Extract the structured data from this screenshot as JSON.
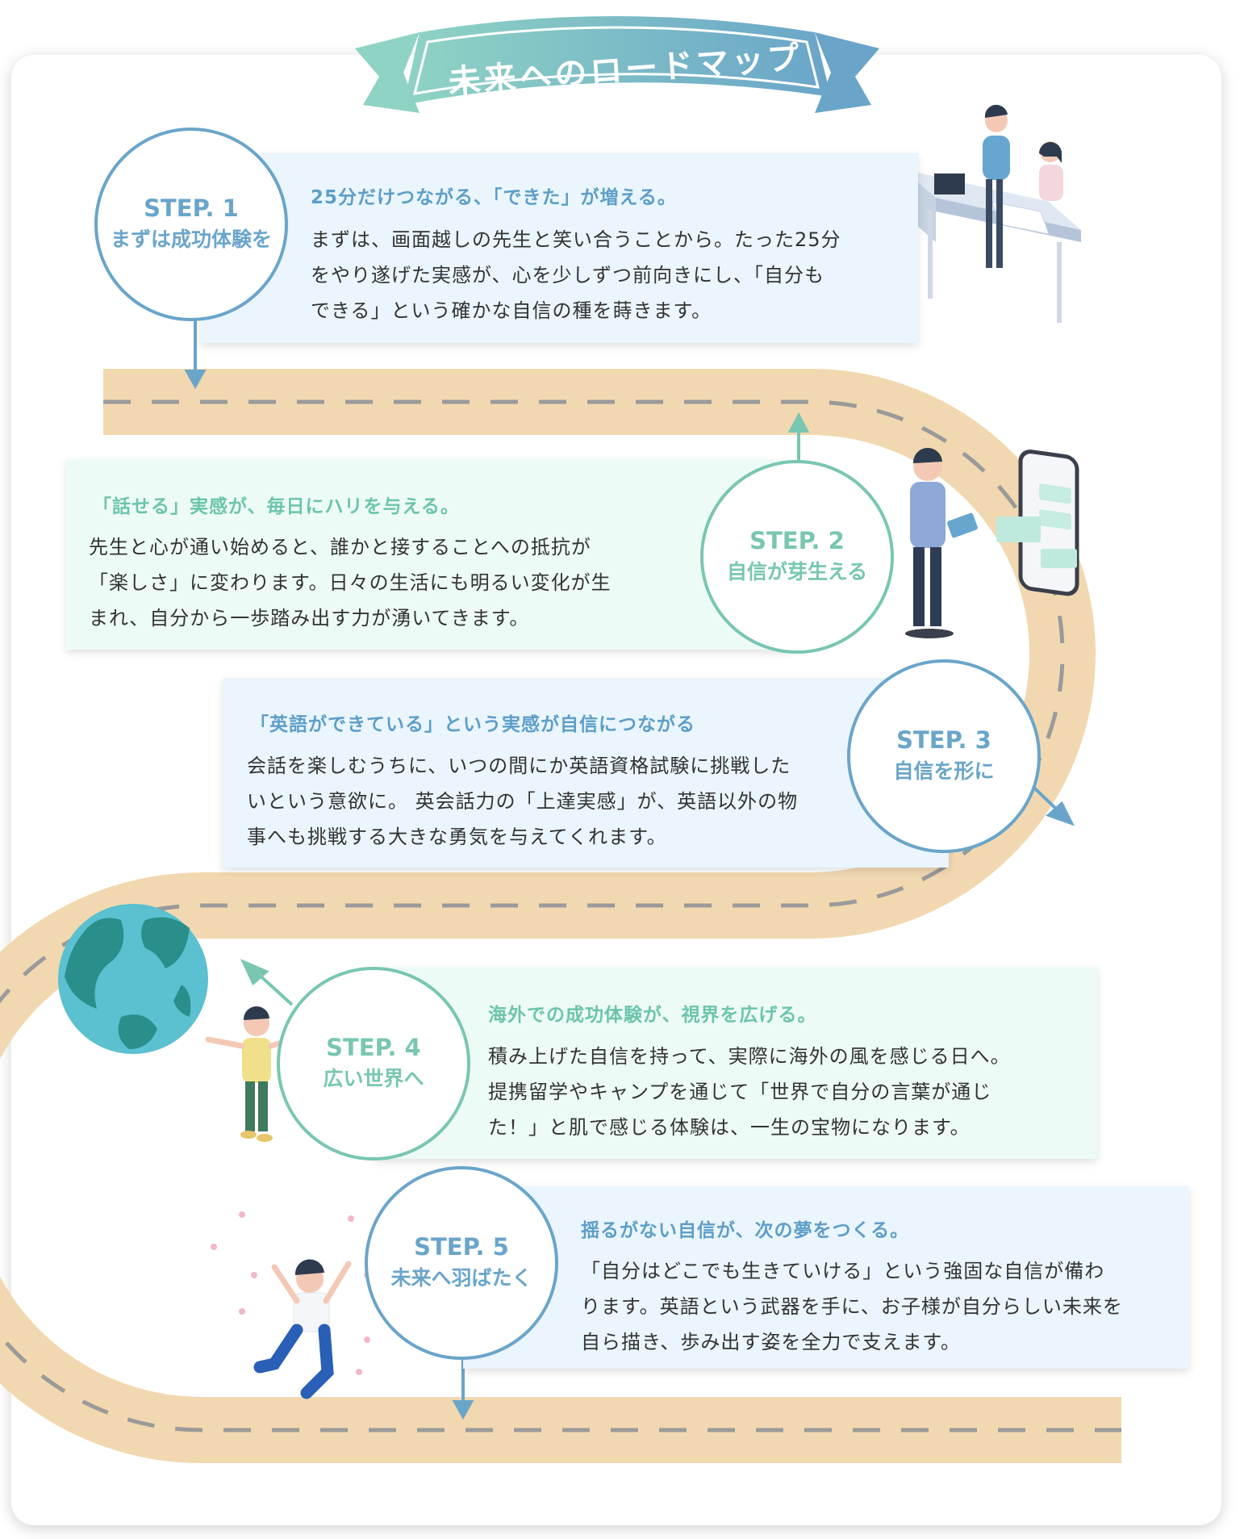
{
  "title": "未来へのロードマップ",
  "colors": {
    "blue": "#6aa5c9",
    "green": "#79c6b2",
    "road": "#f1d8b0",
    "dash": "#9a9a9a"
  },
  "steps": [
    {
      "step": "STEP. 1",
      "title": "まずは成功体験を",
      "heading": "25分だけつながる、「できた」が増える。",
      "lines": [
        "まずは、画面越しの先生と笑い合うことから。たった25分",
        "をやり遂げた実感が、心を少しずつ前向きにし、「自分も",
        "できる」という確かな自信の種を蒔きます。"
      ]
    },
    {
      "step": "STEP. 2",
      "title": "自信が芽生える",
      "heading": "「話せる」実感が、毎日にハリを与える。",
      "lines": [
        "先生と心が通い始めると、誰かと接することへの抵抗が",
        "「楽しさ」に変わります。日々の生活にも明るい変化が生",
        "まれ、自分から一歩踏み出す力が湧いてきます。"
      ]
    },
    {
      "step": "STEP. 3",
      "title": "自信を形に",
      "heading": "「英語ができている」という実感が自信につながる",
      "lines": [
        "会話を楽しむうちに、いつの間にか英語資格試験に挑戦した",
        "いという意欲に。 英会話力の「上達実感」が、英語以外の物",
        "事へも挑戦する大きな勇気を与えてくれます。"
      ]
    },
    {
      "step": "STEP. 4",
      "title": "広い世界へ",
      "heading": "海外での成功体験が、視界を広げる。",
      "lines": [
        "積み上げた自信を持って、実際に海外の風を感じる日へ。",
        "提携留学やキャンプを通じて「世界で自分の言葉が通じ",
        "た！」と肌で感じる体験は、一生の宝物になります。"
      ]
    },
    {
      "step": "STEP. 5",
      "title": "未来へ羽ばたく",
      "heading": "揺るがない自信が、次の夢をつくる。",
      "lines": [
        "「自分はどこでも生きていける」という強固な自信が備わ",
        "ります。英語という武器を手に、お子様が自分らしい未来を",
        "自ら描き、歩み出す姿を全力で支えます。"
      ]
    }
  ],
  "illustrations": [
    "people-at-desk",
    "person-with-tablet-and-phone",
    "globe",
    "person-arms-open",
    "person-jumping"
  ]
}
